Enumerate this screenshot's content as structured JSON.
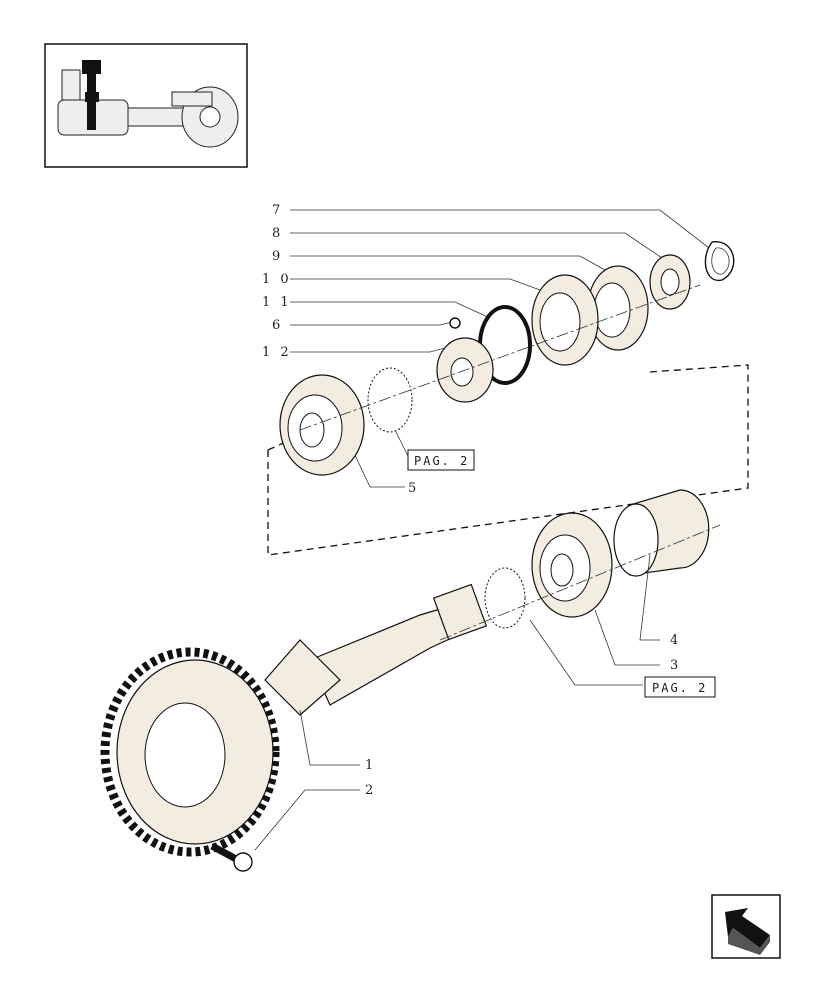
{
  "callouts": [
    {
      "id": "7",
      "text": "7"
    },
    {
      "id": "8",
      "text": "8"
    },
    {
      "id": "9",
      "text": "9"
    },
    {
      "id": "10",
      "text": "1 0"
    },
    {
      "id": "11",
      "text": "1 1"
    },
    {
      "id": "6",
      "text": "6"
    },
    {
      "id": "12",
      "text": "1 2"
    },
    {
      "id": "5",
      "text": "5"
    },
    {
      "id": "4",
      "text": "4"
    },
    {
      "id": "3",
      "text": "3"
    },
    {
      "id": "1",
      "text": "1"
    },
    {
      "id": "2",
      "text": "2"
    }
  ],
  "page_refs": [
    {
      "text": "PAG. 2"
    },
    {
      "text": "PAG. 2"
    }
  ],
  "icons": {
    "thumbnail": "axle-assembly-thumbnail",
    "nav": "back-arrow-icon"
  }
}
